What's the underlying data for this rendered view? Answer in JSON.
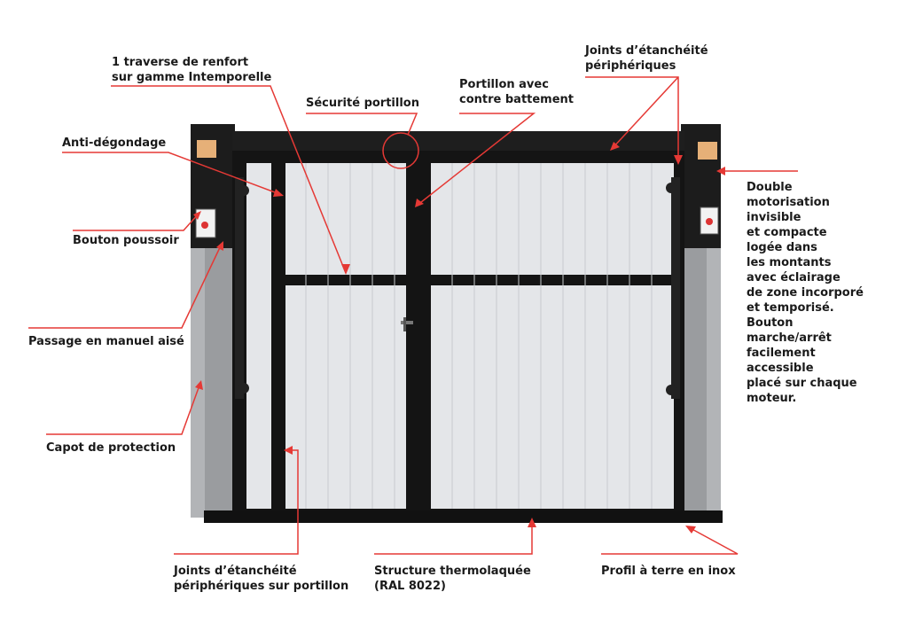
{
  "labels": {
    "traverse": [
      "1 traverse de renfort",
      "sur gamme Intemporelle"
    ],
    "securite": [
      "Sécurité portillon"
    ],
    "portillon": [
      "Portillon avec",
      "contre battement"
    ],
    "joints_top": [
      "Joints d’étanchéité",
      "périphériques"
    ],
    "anti": [
      "Anti-dégondage"
    ],
    "bouton": [
      "Bouton poussoir"
    ],
    "passage": [
      "Passage en manuel aisé"
    ],
    "capot": [
      "Capot de protection"
    ],
    "joints_bottom": [
      "Joints d’étanchéité",
      "périphériques sur portillon"
    ],
    "structure": [
      "Structure thermolaquée",
      "(RAL 8022)"
    ],
    "profil": [
      "Profil à terre en inox"
    ],
    "moteur": [
      "Double",
      "motorisation",
      "invisible",
      "et compacte",
      "logée dans",
      "les montants",
      "avec éclairage",
      "de zone incorporé",
      "et temporisé.",
      "Bouton",
      "marche/arrêt",
      "facilement",
      "accessible",
      "placé sur chaque",
      "moteur."
    ]
  },
  "colors": {
    "callout": "#e53935",
    "frame": "#141414",
    "panel": "#e4e6e9",
    "pillar": "#8e9093",
    "text": "#1a1a1a"
  }
}
